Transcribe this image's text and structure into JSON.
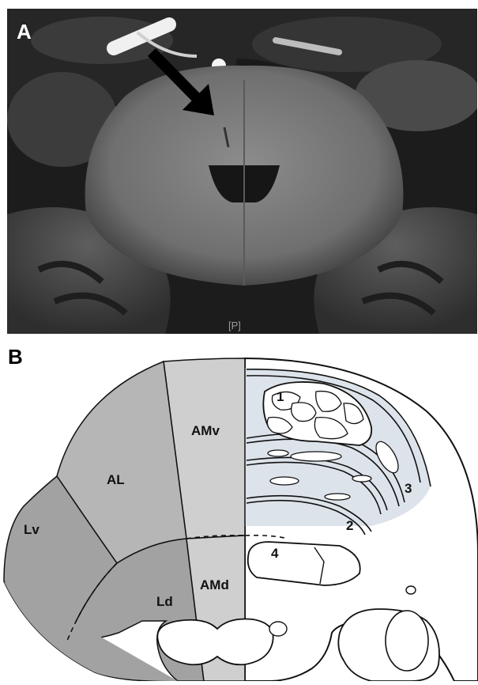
{
  "panel_a": {
    "letter": "A",
    "orientation_marker": "[P]",
    "arrow": "arrow-pointing-to-lesion"
  },
  "panel_b": {
    "letter": "B",
    "regions": {
      "amv": "AMv",
      "al": "AL",
      "lv": "Lv",
      "ld": "Ld",
      "amd": "AMd"
    },
    "numbers": {
      "n1": "1",
      "n2": "2",
      "n3": "3",
      "n4": "4"
    },
    "colors": {
      "anterior_medial": "#cfcfcf",
      "anterior_lateral": "#b6b6b6",
      "lateral": "#a2a2a2",
      "fiber_zone": "#dde3ea"
    }
  }
}
